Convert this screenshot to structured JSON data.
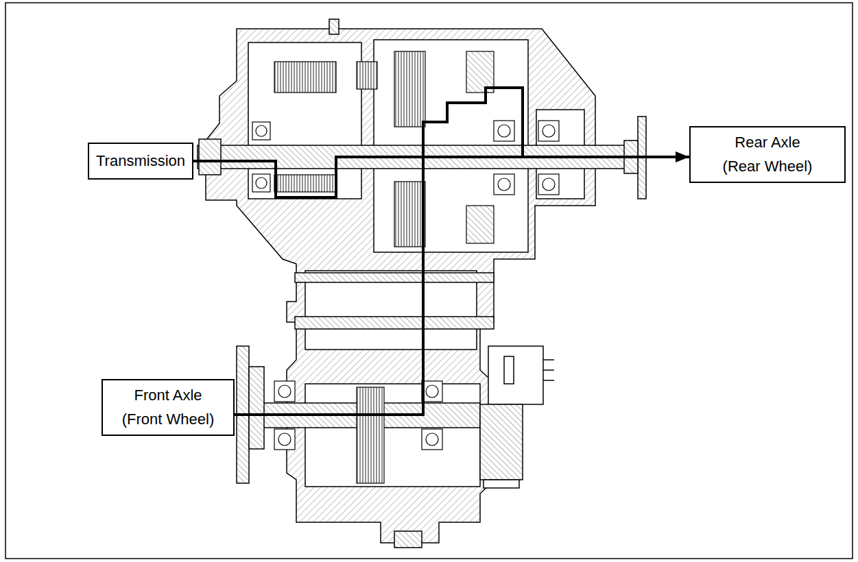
{
  "diagram": {
    "nodes": [
      {
        "text": [
          "Transmission"
        ]
      },
      {
        "text": [
          "Rear Axle (Rear Wheel)"
        ]
      },
      {
        "text": [
          "Front Axle (Front Wheel)"
        ]
      }
    ],
    "edges": [
      {
        "from": 0,
        "to": 1,
        "arrow": "to"
      },
      {
        "from": 0,
        "to": 2,
        "arrow": "to"
      }
    ]
  }
}
